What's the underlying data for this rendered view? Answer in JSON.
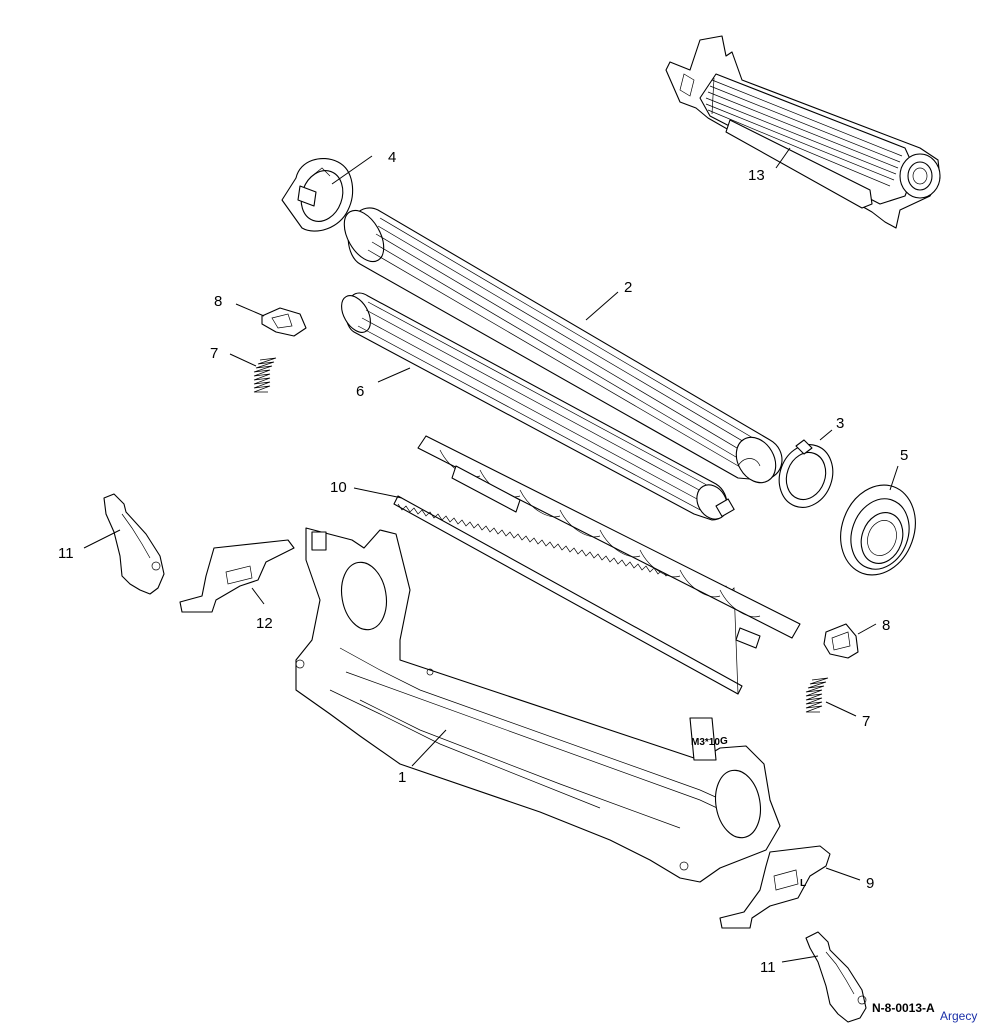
{
  "callouts": {
    "c1": "1",
    "c2": "2",
    "c3": "3",
    "c4": "4",
    "c5": "5",
    "c6": "6",
    "c7a": "7",
    "c7b": "7",
    "c8a": "8",
    "c8b": "8",
    "c9": "9",
    "c10": "10",
    "c11a": "11",
    "c11b": "11",
    "c12": "12",
    "c13": "13"
  },
  "part_markings": {
    "frame_label": "M3*10",
    "frame_letter": "G",
    "guide_letter": "L"
  },
  "figure_code": "N-8-0013-A",
  "watermark": "Argecy",
  "colors": {
    "line": "#000000",
    "watermark": "#1a2fa8"
  }
}
